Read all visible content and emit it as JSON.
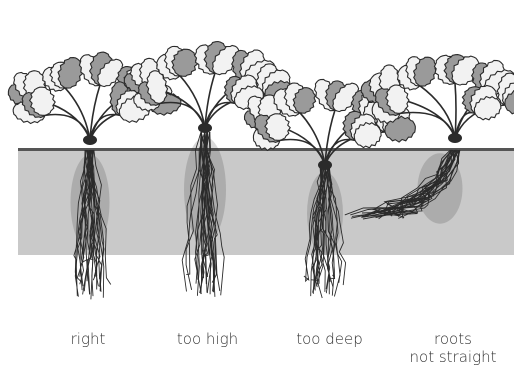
{
  "figure": {
    "colors": {
      "soil": "#c9c9c9",
      "soil_line": "#555555",
      "ink": "#2b2b2b",
      "leaf_fill": "#f2f2f2",
      "caption": "#333333"
    },
    "plants": [
      {
        "id": "right",
        "caption_lines": [
          "right"
        ]
      },
      {
        "id": "too-high",
        "caption_lines": [
          "too high"
        ]
      },
      {
        "id": "too-deep",
        "caption_lines": [
          "too deep"
        ]
      },
      {
        "id": "roots-not-straight",
        "caption_lines": [
          "roots",
          "not straight"
        ]
      }
    ]
  }
}
